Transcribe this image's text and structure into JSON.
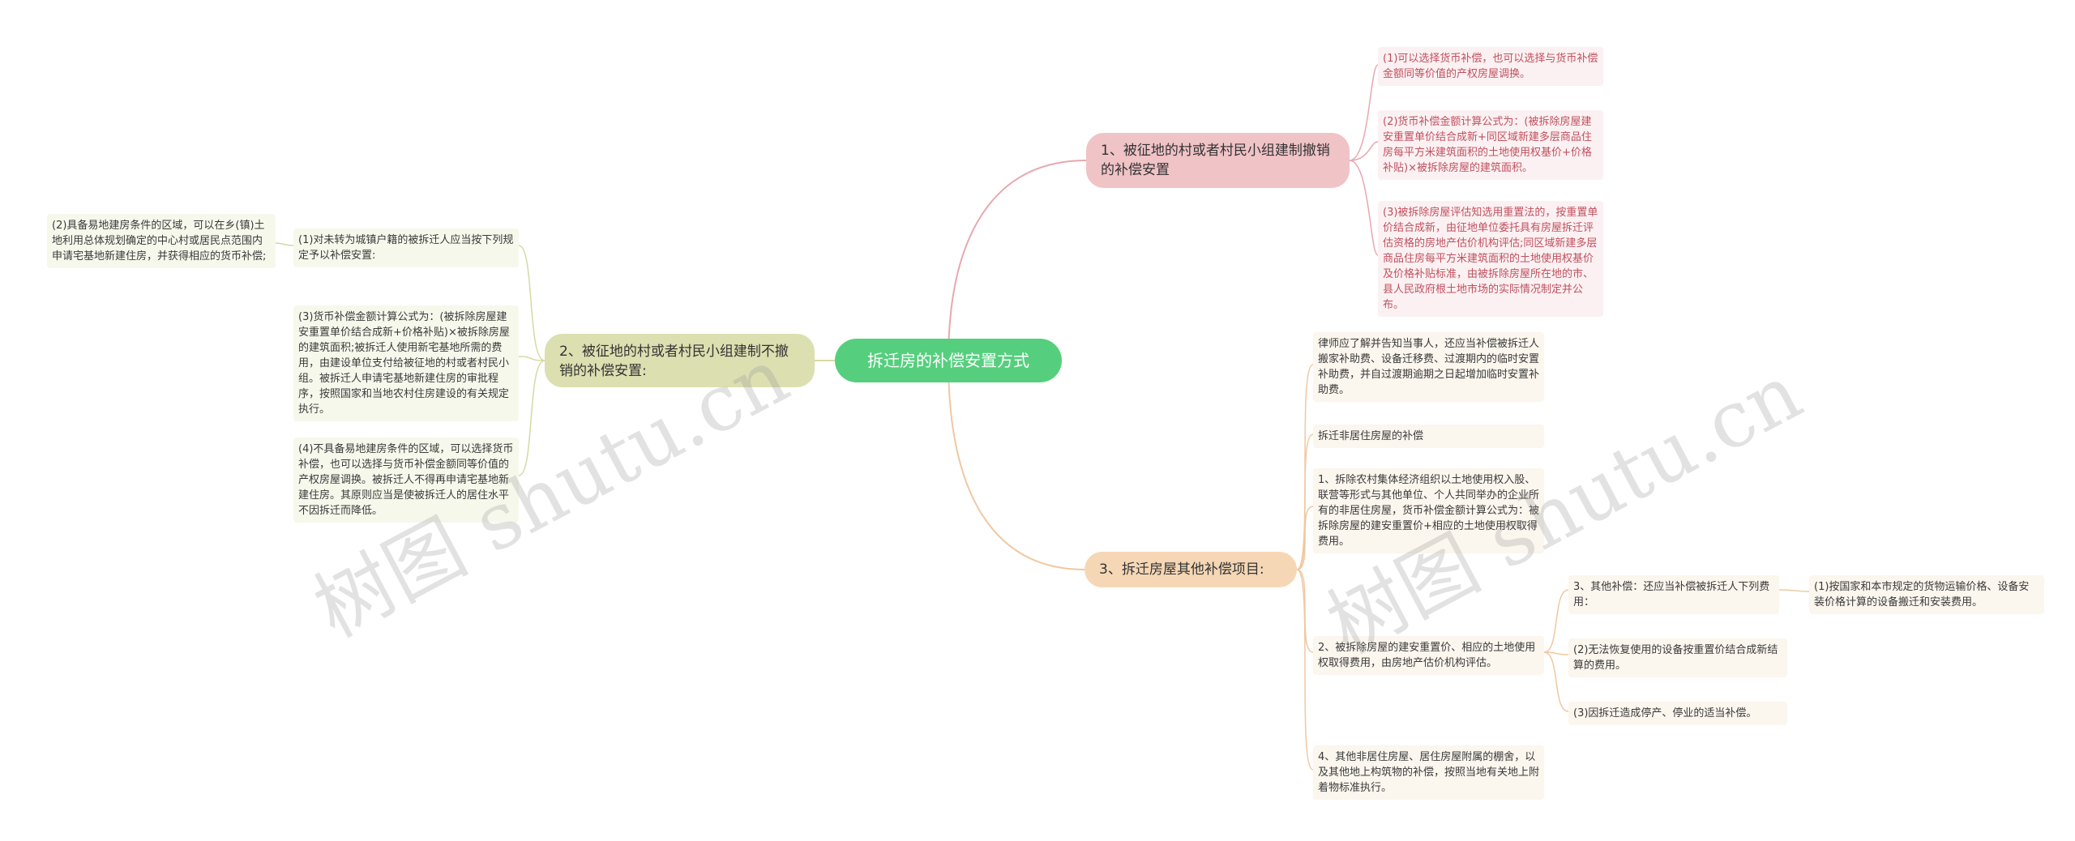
{
  "root": {
    "label": "拆迁房的补偿安置方式"
  },
  "branches": {
    "b1": {
      "label": "1、被征地的村或者村民小组建制撤销的补偿安置",
      "children": [
        "(1)可以选择货币补偿，也可以选择与货币补偿金额同等价值的产权房屋调换。",
        "(2)货币补偿金额计算公式为：(被拆除房屋建安重置单价结合成新+同区域新建多层商品住房每平方米建筑面积的土地使用权基价+价格补贴)×被拆除房屋的建筑面积。",
        "(3)被拆除房屋评估知选用重置法的，按重置单价结合成新，由征地单位委托具有房屋拆迁评估资格的房地产估价机构评估;同区域新建多层商品住房每平方米建筑面积的土地使用权基价及价格补贴标准，由被拆除房屋所在地的市、县人民政府根土地市场的实际情况制定并公布。"
      ]
    },
    "b2": {
      "label": "2、被征地的村或者村民小组建制不撤销的补偿安置:",
      "children": [
        "(1)对未转为城镇户籍的被拆迁人应当按下列规定予以补偿安置:",
        "(3)货币补偿金额计算公式为：(被拆除房屋建安重置单价结合成新+价格补贴)×被拆除房屋的建筑面积;被拆迁人使用新宅基地所需的费用，由建设单位支付给被征地的村或者村民小组。被拆迁人申请宅基地新建住房的审批程序，按照国家和当地农村住房建设的有关规定执行。",
        "(4)不具备易地建房条件的区域，可以选择货币补偿，也可以选择与货币补偿金额同等价值的产权房屋调换。被拆迁人不得再申请宅基地新建住房。其原则应当是使被拆迁人的居住水平不因拆迁而降低。"
      ],
      "grandchild": "(2)具备易地建房条件的区域，可以在乡(镇)土地利用总体规划确定的中心村或居民点范围内申请宅基地新建住房，并获得相应的货币补偿;"
    },
    "b3": {
      "label": "3、拆迁房屋其他补偿项目:",
      "children": [
        "律师应了解并告知当事人，还应当补偿被拆迁人搬家补助费、设备迁移费、过渡期内的临时安置补助费，并自过渡期逾期之日起增加临时安置补助费。",
        "拆迁非居住房屋的补偿",
        "1、拆除农村集体经济组织以土地使用权入股、联营等形式与其他单位、个人共同举办的企业所有的非居住房屋，货币补偿金额计算公式为：被拆除房屋的建安重置价+相应的土地使用权取得费用。",
        "2、被拆除房屋的建安重置价、相应的土地使用权取得费用，由房地产估价机构评估。",
        "4、其他非居住房屋、居住房屋附属的棚舍，以及其他地上构筑物的补偿，按照当地有关地上附着物标准执行。"
      ],
      "sub": {
        "label": "3、其他补偿：还应当补偿被拆迁人下列费用：",
        "children": [
          "(1)按国家和本市规定的货物运输价格、设备安装价格计算的设备搬迁和安装费用。",
          "(2)无法恢复使用的设备按重置价结合成新结算的费用。",
          "(3)因拆迁造成停产、停业的适当补偿。"
        ]
      }
    }
  },
  "watermarks": [
    "树图 shutu.cn",
    "树图 shutu.cn"
  ],
  "colors": {
    "root": "#55cf7d",
    "branch1": "#f0c3c6",
    "branch2": "#dcdfb0",
    "branch3": "#f5d7b6",
    "link1": "#e6a8b0",
    "link2": "#d6d9a2",
    "link3": "#f0c8a0"
  }
}
